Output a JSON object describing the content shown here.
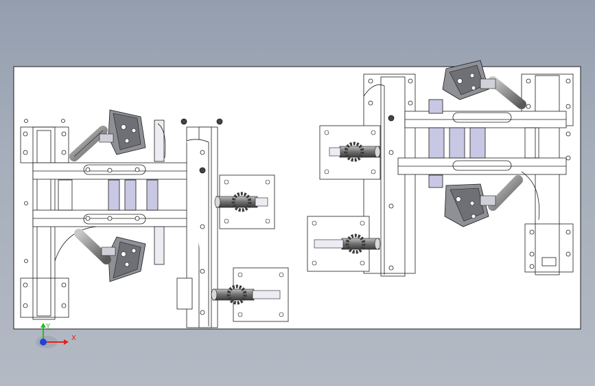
{
  "window": {
    "title": ""
  },
  "triad": {
    "x_label": "X",
    "y_label": "Y",
    "x_color": "#e02020",
    "y_color": "#20c020",
    "z_color": "#2040e0"
  },
  "colors": {
    "background_top": "#949eae",
    "background_bottom": "#b4bac4",
    "sheet": "#ffffff",
    "line": "#1a1a1a",
    "part_fill": "#ececf2",
    "slot_fill": "#c8c8e4",
    "handle": "#8a8a8a",
    "metal_dark": "#555a60"
  },
  "assembly": {
    "left_clamps": [
      "clamp-top-left",
      "clamp-bottom-left"
    ],
    "right_clamps": [
      "clamp-top-right",
      "clamp-bottom-right"
    ],
    "push_clamps": [
      "push-clamp-1",
      "push-clamp-2",
      "push-clamp-3",
      "push-clamp-4"
    ]
  }
}
